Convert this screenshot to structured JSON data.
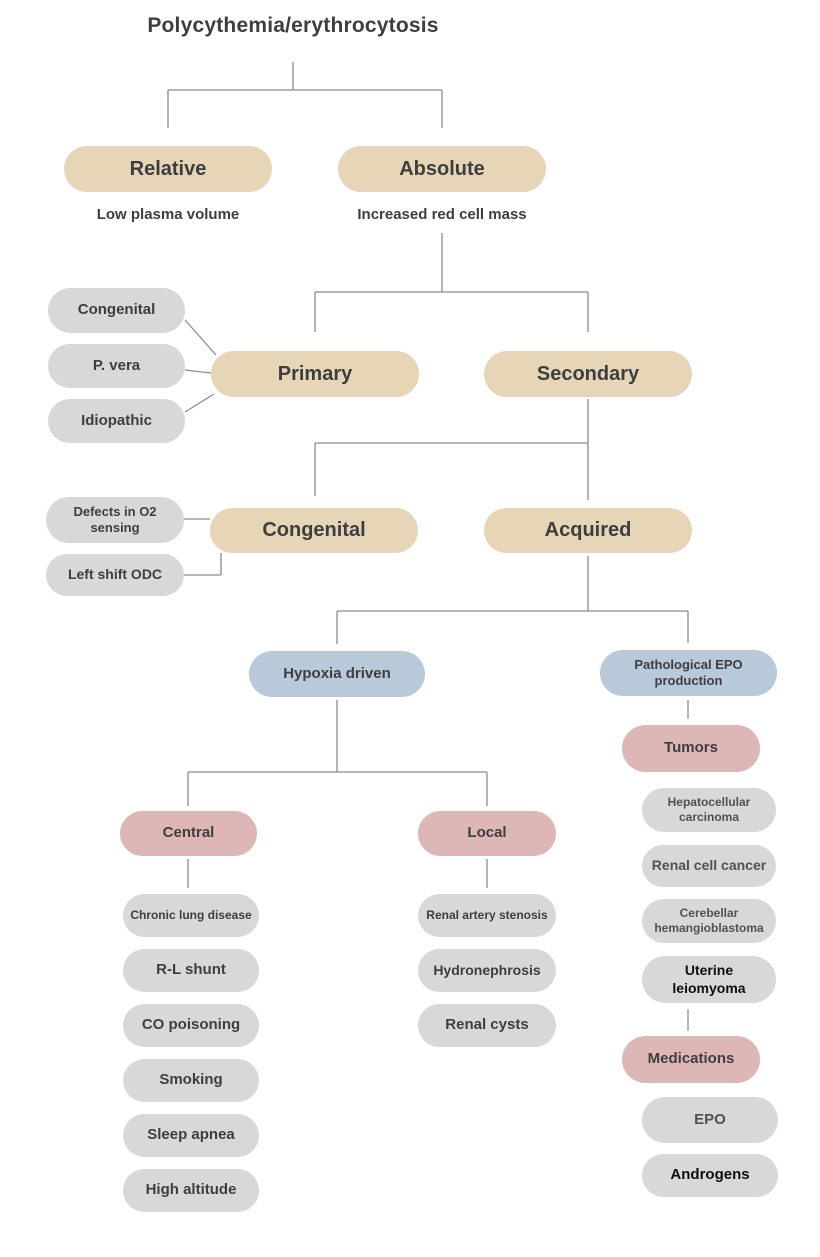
{
  "diagram": {
    "title": "Polycythemia/erythrocytosis",
    "colors": {
      "tan": "#e7d5b8",
      "blue": "#b8c9da",
      "pink": "#ddb7b5",
      "gray": "#d8d8d8",
      "text_dark": "#3e3e3e",
      "text_gray": "#515151",
      "text_black": "#0e0e0e",
      "line": "#8c8c8c",
      "background": "#ffffff"
    },
    "nodes": {
      "relative": {
        "label": "Relative"
      },
      "absolute": {
        "label": "Absolute"
      },
      "low_plasma": {
        "label": "Low plasma volume"
      },
      "increased_rcm": {
        "label": "Increased red cell mass"
      },
      "congenital_primary": {
        "label": "Congenital"
      },
      "p_vera": {
        "label": "P. vera"
      },
      "idiopathic": {
        "label": "Idiopathic"
      },
      "primary": {
        "label": "Primary"
      },
      "secondary": {
        "label": "Secondary"
      },
      "defects_o2": {
        "label": "Defects in O2\nsensing"
      },
      "left_shift_odc": {
        "label": "Left shift ODC"
      },
      "congenital": {
        "label": "Congenital"
      },
      "acquired": {
        "label": "Acquired"
      },
      "hypoxia_driven": {
        "label": "Hypoxia driven"
      },
      "pathological_epo": {
        "label": "Pathological EPO\nproduction"
      },
      "central": {
        "label": "Central"
      },
      "local": {
        "label": "Local"
      },
      "chronic_lung_disease": {
        "label": "Chronic lung disease"
      },
      "rl_shunt": {
        "label": "R-L shunt"
      },
      "co_poisoning": {
        "label": "CO poisoning"
      },
      "smoking": {
        "label": "Smoking"
      },
      "sleep_apnea": {
        "label": "Sleep apnea"
      },
      "high_altitude": {
        "label": "High altitude"
      },
      "renal_artery_stenosis": {
        "label": "Renal artery stenosis"
      },
      "hydronephrosis": {
        "label": "Hydronephrosis"
      },
      "renal_cysts": {
        "label": "Renal cysts"
      },
      "tumors": {
        "label": "Tumors"
      },
      "hepatocellular_carcinoma": {
        "label": "Hepatocellular\ncarcinoma"
      },
      "renal_cell_cancer": {
        "label": "Renal cell cancer"
      },
      "cerebellar_hemangioblastoma": {
        "label": "Cerebellar\nhemangioblastoma"
      },
      "uterine_leiomyoma": {
        "label": "Uterine\nleiomyoma"
      },
      "medications": {
        "label": "Medications"
      },
      "epo": {
        "label": "EPO"
      },
      "androgens": {
        "label": "Androgens"
      }
    }
  }
}
